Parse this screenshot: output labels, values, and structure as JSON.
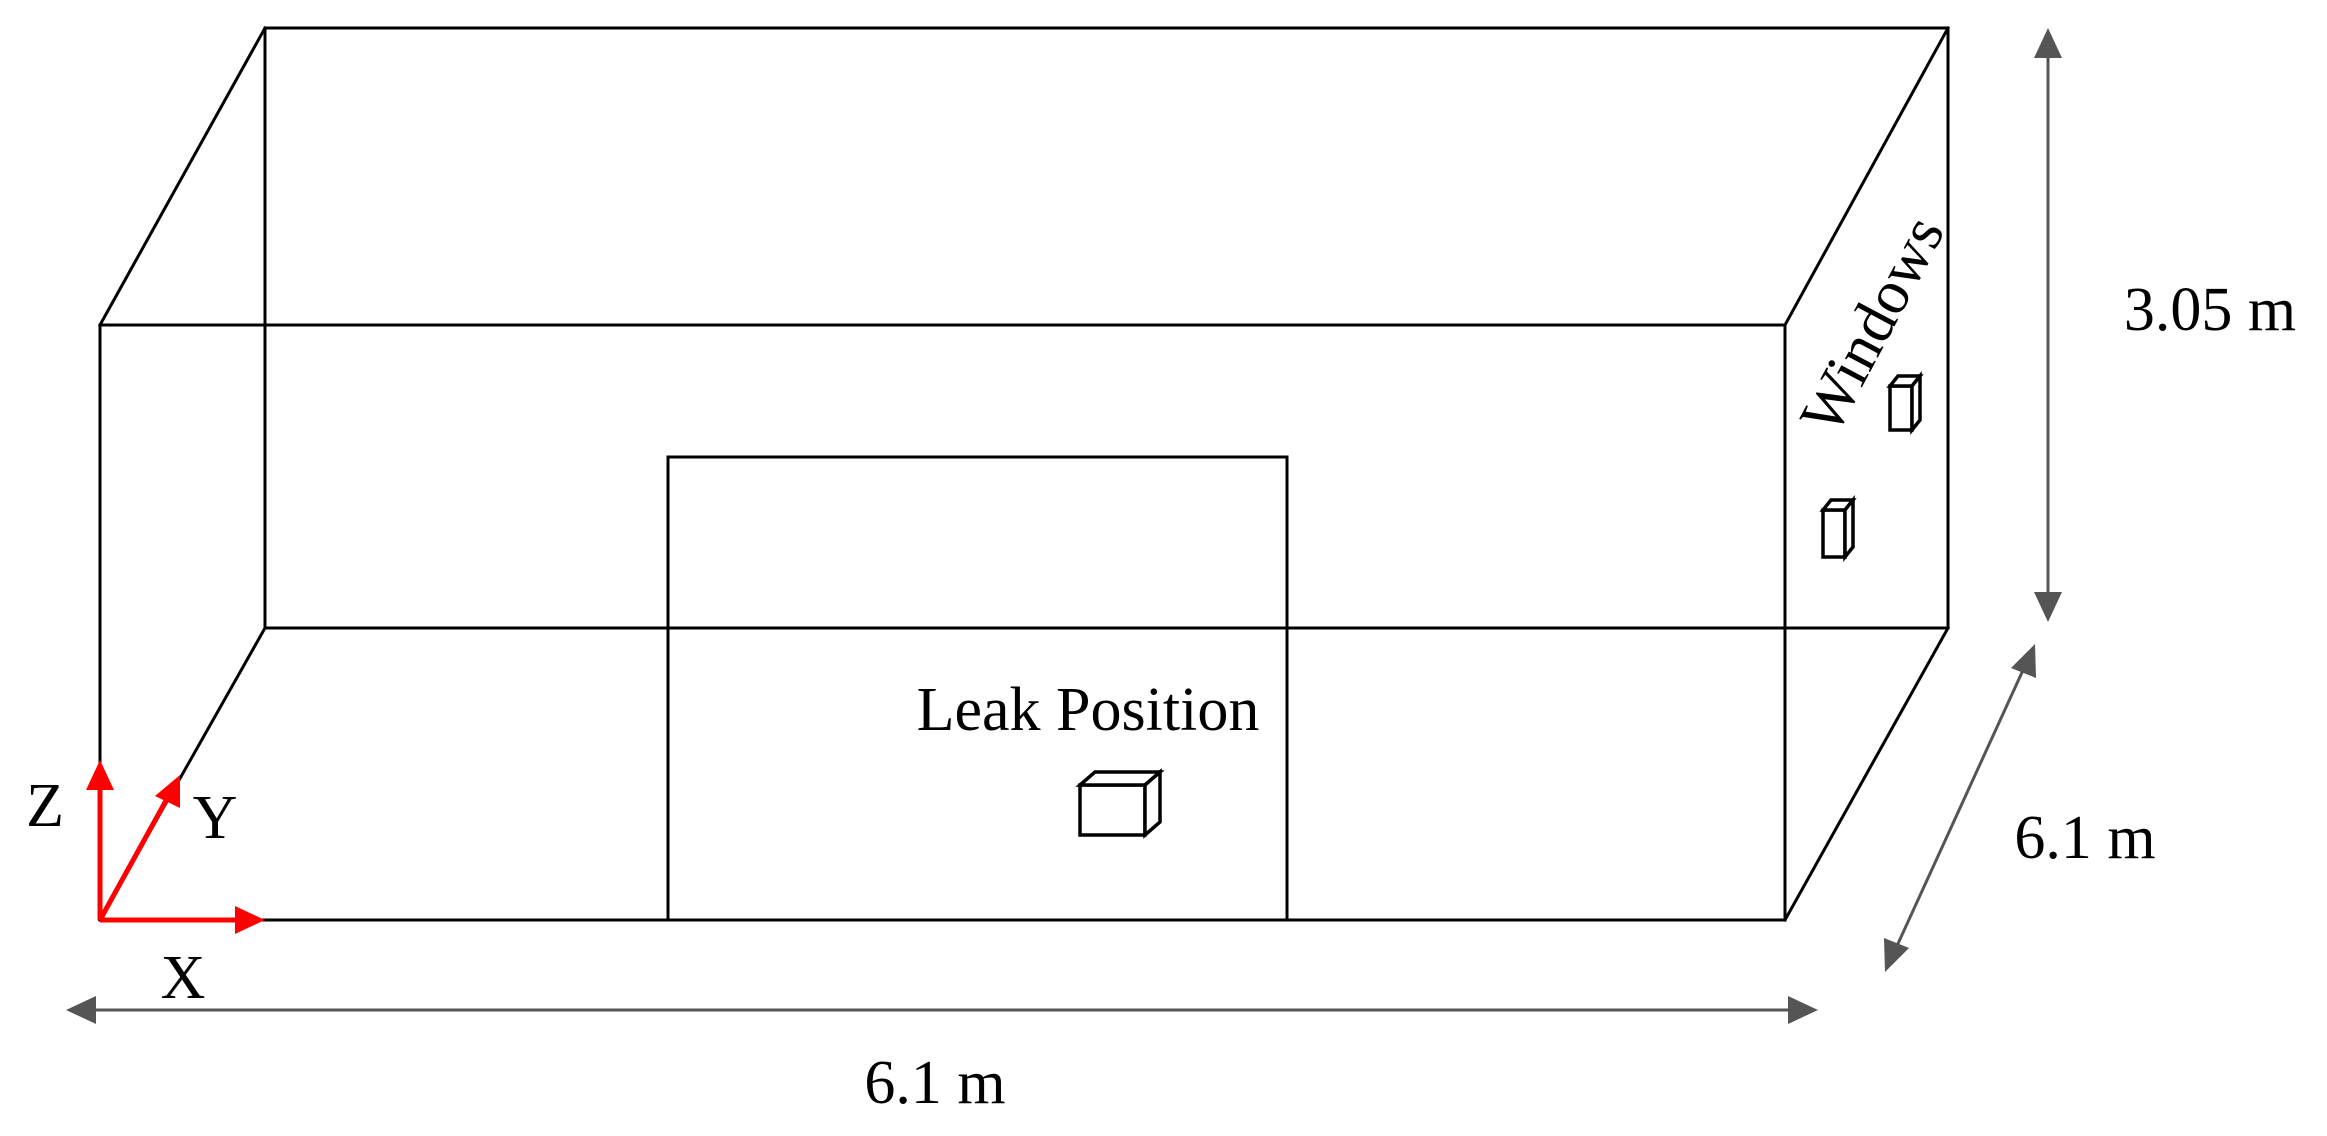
{
  "labels": {
    "leak_position": "Leak Position",
    "windows": "Windows"
  },
  "dimensions": {
    "width": "6.1 m",
    "depth": "6.1 m",
    "height": "3.05 m"
  },
  "axes": {
    "x": "X",
    "y": "Y",
    "z": "Z"
  },
  "colors": {
    "axis": "#ff0000",
    "dimension_arrow": "#555555",
    "outline": "#000000"
  }
}
